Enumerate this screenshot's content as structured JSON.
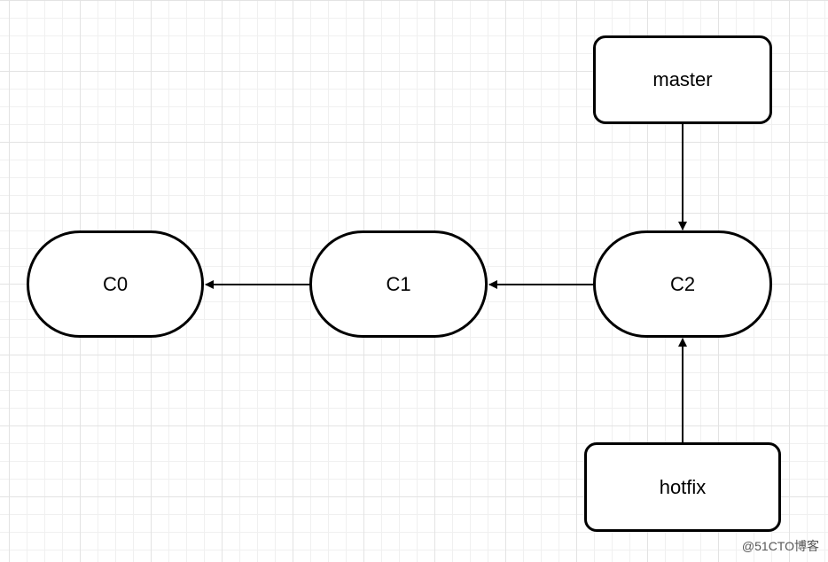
{
  "commits": {
    "c0": "C0",
    "c1": "C1",
    "c2": "C2"
  },
  "branches": {
    "master": "master",
    "hotfix": "hotfix"
  },
  "watermark": "@51CTO博客"
}
